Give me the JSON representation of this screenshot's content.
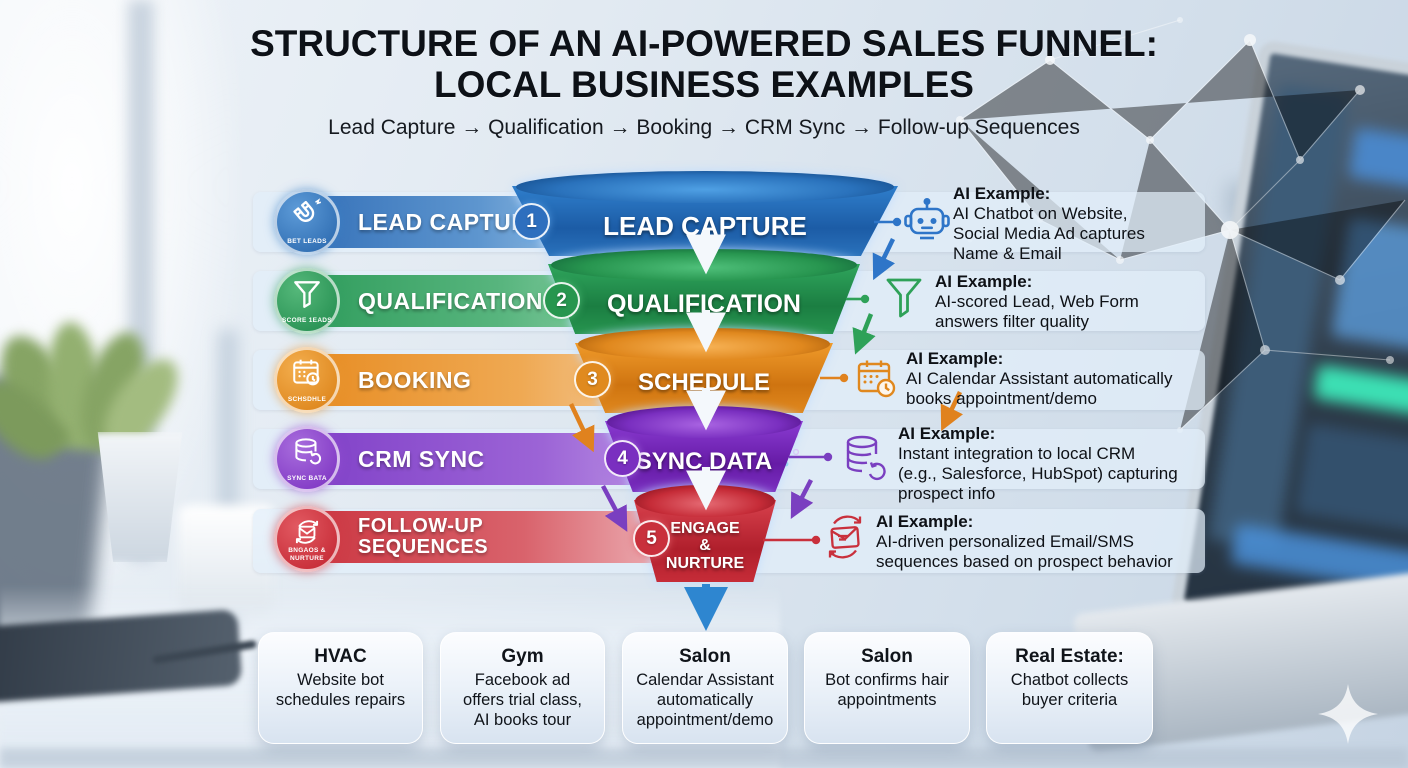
{
  "title": {
    "line1": "STRUCTURE OF AN AI-POWERED SALES FUNNEL:",
    "line2": "LOCAL BUSINESS EXAMPLES"
  },
  "subtitle": "Lead Capture → Qualification → Booking → CRM Sync → Follow-up Sequences",
  "colors": {
    "blue": "#2e6fbe",
    "green": "#27964f",
    "orange": "#e0881e",
    "purple": "#7a2fc0",
    "red": "#c9303c"
  },
  "rows": [
    {
      "num": "1",
      "icon": "magnet-icon",
      "icon_caption": "BET LEADS",
      "banner_label": "LEAD CAPTURE",
      "funnel_label": "LEAD CAPTURE",
      "ai": {
        "heading": "AI Example:",
        "lines": [
          "AI Chatbot on Website,",
          "Social Media Ad captures",
          "Name & Email"
        ]
      }
    },
    {
      "num": "2",
      "icon": "funnel-icon",
      "icon_caption": "SCORE 1EADS",
      "banner_label": "QUALIFICATION",
      "funnel_label": "QUALIFICATION",
      "ai": {
        "heading": "AI Example:",
        "lines": [
          "AI-scored Lead, Web Form",
          "answers filter quality"
        ]
      }
    },
    {
      "num": "3",
      "icon": "calendar-icon",
      "icon_caption": "SCHSDHLE",
      "banner_label": "BOOKING",
      "funnel_label": "SCHEDULE",
      "ai": {
        "heading": "AI Example:",
        "lines": [
          "AI Calendar Assistant automatically",
          "books appointment/demo"
        ]
      }
    },
    {
      "num": "4",
      "icon": "database-icon",
      "icon_caption": "SYNC BATA",
      "banner_label": "CRM SYNC",
      "funnel_label": "SYNC DATA",
      "ai": {
        "heading": "AI Example:",
        "lines": [
          "Instant integration to local CRM",
          "(e.g., Salesforce, HubSpot) capturing",
          "prospect info"
        ]
      }
    },
    {
      "num": "5",
      "icon": "email-icon",
      "icon_caption_line1": "BNGAOS &",
      "icon_caption_line2": "NURTURE",
      "banner_line1": "FOLLOW-UP",
      "banner_line2": "SEQUENCES",
      "funnel_line1": "ENGAGE",
      "funnel_line2": "&",
      "funnel_line3": "NURTURE",
      "ai": {
        "heading": "AI Example:",
        "lines": [
          "AI-driven personalized Email/SMS",
          "sequences based on prospect behavior"
        ]
      }
    }
  ],
  "cards": [
    {
      "title": "HVAC",
      "lines": [
        "Website bot",
        "schedules repairs"
      ]
    },
    {
      "title": "Gym",
      "lines": [
        "Facebook ad",
        "offers trial class,",
        "AI books tour"
      ]
    },
    {
      "title": "Salon",
      "lines": [
        "Calendar Assistant",
        "automatically",
        "appointment/demo"
      ]
    },
    {
      "title": "Salon",
      "lines": [
        "Bot confirms hair",
        "appointments"
      ]
    },
    {
      "title": "Real Estate:",
      "lines": [
        "Chatbot collects",
        "buyer criteria"
      ]
    }
  ]
}
